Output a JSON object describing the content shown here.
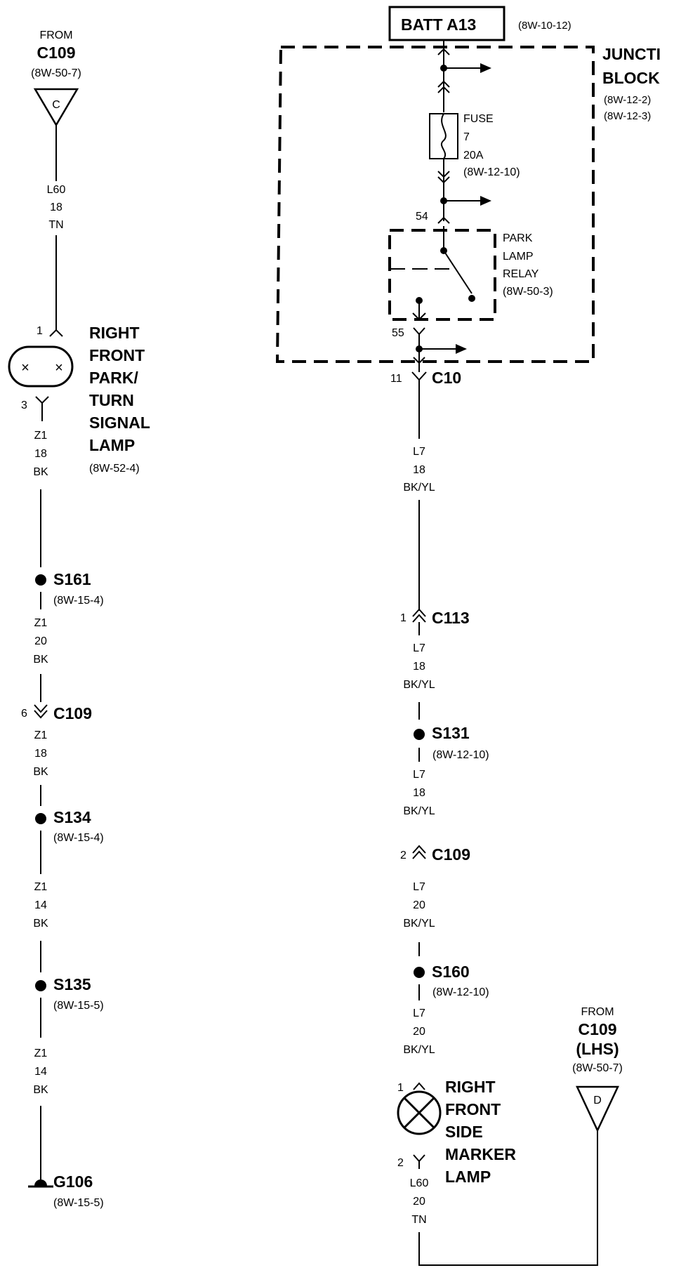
{
  "batt": {
    "label": "BATT A13",
    "ref": "(8W-10-12)"
  },
  "junction_block": {
    "label1": "JUNCTI",
    "label2": "BLOCK",
    "ref1": "(8W-12-2)",
    "ref2": "(8W-12-3)"
  },
  "fuse": {
    "label": "FUSE",
    "number": "7",
    "rating": "20A",
    "ref": "(8W-12-10)"
  },
  "relay": {
    "line1": "PARK",
    "line2": "LAMP",
    "line3": "RELAY",
    "ref": "(8W-50-3)",
    "pin_in": "54",
    "pin_out": "55"
  },
  "c10": {
    "pin": "11",
    "label": "C10"
  },
  "wire_l7_18_a": {
    "circuit": "L7",
    "gauge": "18",
    "color": "BK/YL"
  },
  "c113": {
    "pin": "1",
    "label": "C113"
  },
  "wire_l7_18_b": {
    "circuit": "L7",
    "gauge": "18",
    "color": "BK/YL"
  },
  "s131": {
    "label": "S131",
    "ref": "(8W-12-10)"
  },
  "wire_l7_18_c": {
    "circuit": "L7",
    "gauge": "18",
    "color": "BK/YL"
  },
  "c109_right": {
    "pin": "2",
    "label": "C109"
  },
  "wire_l7_20_a": {
    "circuit": "L7",
    "gauge": "20",
    "color": "BK/YL"
  },
  "s160": {
    "label": "S160",
    "ref": "(8W-12-10)"
  },
  "wire_l7_20_b": {
    "circuit": "L7",
    "gauge": "20",
    "color": "BK/YL"
  },
  "side_marker": {
    "pin_top": "1",
    "pin_bottom": "2",
    "line1": "RIGHT",
    "line2": "FRONT",
    "line3": "SIDE",
    "line4": "MARKER",
    "line5": "LAMP"
  },
  "wire_l60_20": {
    "circuit": "L60",
    "gauge": "20",
    "color": "TN"
  },
  "from_c109_lhs": {
    "from": "FROM",
    "connector": "C109",
    "side": "(LHS)",
    "ref": "(8W-50-7)",
    "letter": "D"
  },
  "from_c109_left": {
    "from": "FROM",
    "connector": "C109",
    "ref": "(8W-50-7)",
    "letter": "C"
  },
  "wire_l60_18": {
    "circuit": "L60",
    "gauge": "18",
    "color": "TN"
  },
  "park_turn_lamp": {
    "pin_top": "1",
    "pin_bottom": "3",
    "line1": "RIGHT",
    "line2": "FRONT",
    "line3": "PARK/",
    "line4": "TURN",
    "line5": "SIGNAL",
    "line6": "LAMP",
    "ref": "(8W-52-4)"
  },
  "wire_z1_18_a": {
    "circuit": "Z1",
    "gauge": "18",
    "color": "BK"
  },
  "s161": {
    "label": "S161",
    "ref": "(8W-15-4)"
  },
  "wire_z1_20": {
    "circuit": "Z1",
    "gauge": "20",
    "color": "BK"
  },
  "c109_left": {
    "pin": "6",
    "label": "C109"
  },
  "wire_z1_18_b": {
    "circuit": "Z1",
    "gauge": "18",
    "color": "BK"
  },
  "s134": {
    "label": "S134",
    "ref": "(8W-15-4)"
  },
  "wire_z1_14_a": {
    "circuit": "Z1",
    "gauge": "14",
    "color": "BK"
  },
  "s135": {
    "label": "S135",
    "ref": "(8W-15-5)"
  },
  "wire_z1_14_b": {
    "circuit": "Z1",
    "gauge": "14",
    "color": "BK"
  },
  "g106": {
    "label": "G106",
    "ref": "(8W-15-5)"
  }
}
